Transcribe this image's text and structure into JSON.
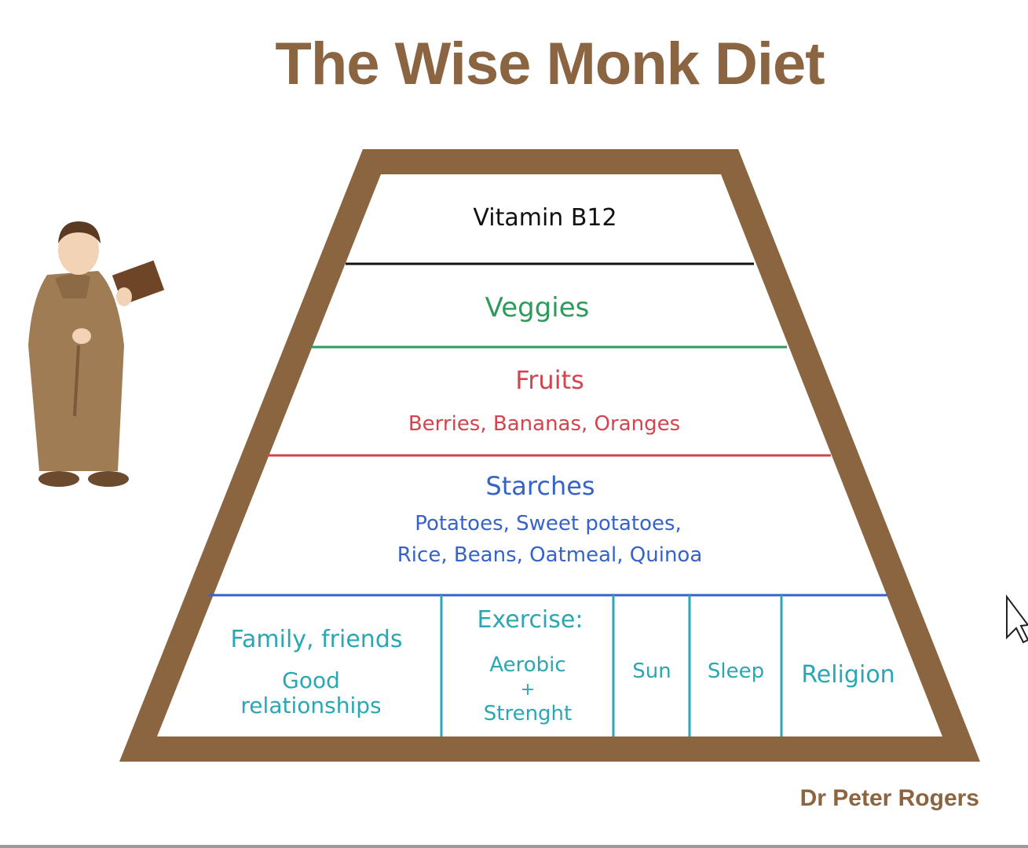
{
  "title": "The Wise Monk Diet",
  "author": "Dr Peter Rogers",
  "colors": {
    "brown": "#8b6442",
    "frame": "#8a6540",
    "green": "#2e9a5c",
    "red": "#d2454f",
    "blue": "#3563c9",
    "teal": "#2aa7b3"
  },
  "pyramid": {
    "levels": [
      {
        "title": "Vitamin B12"
      },
      {
        "title": "Veggies"
      },
      {
        "title": "Fruits",
        "items": "Berries, Bananas, Oranges"
      },
      {
        "title": "Starches",
        "items_line1": "Potatoes, Sweet potatoes,",
        "items_line2": "Rice, Beans, Oatmeal, Quinoa"
      }
    ],
    "base": [
      {
        "title": "Family, friends",
        "line1": "Good",
        "line2": "relationships"
      },
      {
        "title": "Exercise:",
        "line1": "Aerobic",
        "plus": "+",
        "line2": "Strenght"
      },
      {
        "title": "Sun"
      },
      {
        "title": "Sleep"
      },
      {
        "title": "Religion"
      }
    ]
  }
}
